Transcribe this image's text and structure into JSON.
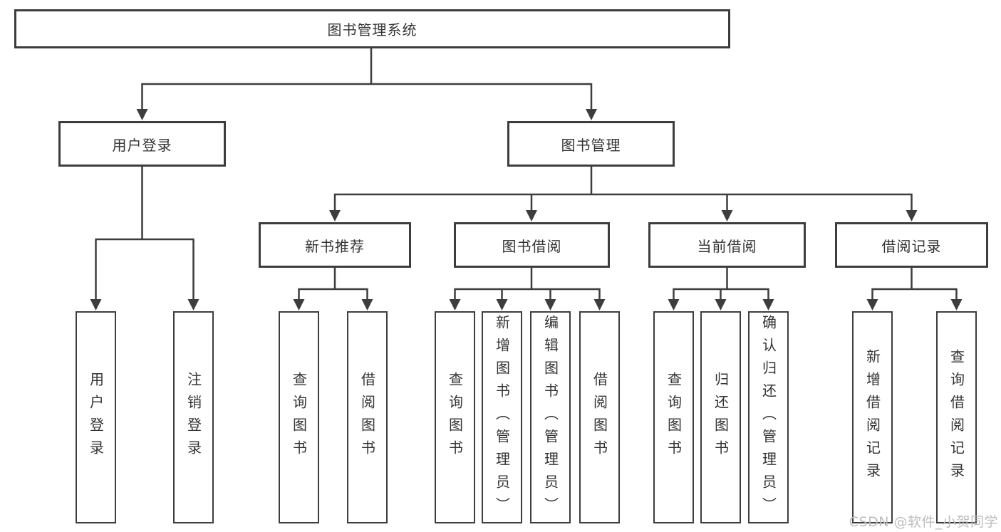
{
  "colors": {
    "line": "#3d3d3d",
    "text": "#333333",
    "box_background": "#ffffff",
    "watermark": "#bdbdbd"
  },
  "watermark": "CSDN @软件_小贺同学",
  "tree": {
    "root": {
      "label": "图书管理系统"
    },
    "level2": {
      "user_login": {
        "label": "用户登录"
      },
      "book_mgmt": {
        "label": "图书管理"
      }
    },
    "level3": {
      "new_book_rec": {
        "label": "新书推荐"
      },
      "book_borrow": {
        "label": "图书借阅"
      },
      "current_borrow": {
        "label": "当前借阅"
      },
      "borrow_record": {
        "label": "借阅记录"
      }
    },
    "leaves": {
      "login": {
        "label": "用户登录"
      },
      "logout": {
        "label": "注销登录"
      },
      "rec_query": {
        "label": "查询图书"
      },
      "rec_borrow": {
        "label": "借阅图书"
      },
      "bb_query": {
        "label": "查询图书"
      },
      "bb_add": {
        "label": "新增图书（管理员）"
      },
      "bb_edit": {
        "label": "编辑图书（管理员）"
      },
      "bb_borrow": {
        "label": "借阅图书"
      },
      "cb_query": {
        "label": "查询图书"
      },
      "cb_return": {
        "label": "归还图书"
      },
      "cb_confirm": {
        "label": "确认归还（管理员）"
      },
      "br_add": {
        "label": "新增借阅记录"
      },
      "br_query": {
        "label": "查询借阅记录"
      }
    }
  }
}
